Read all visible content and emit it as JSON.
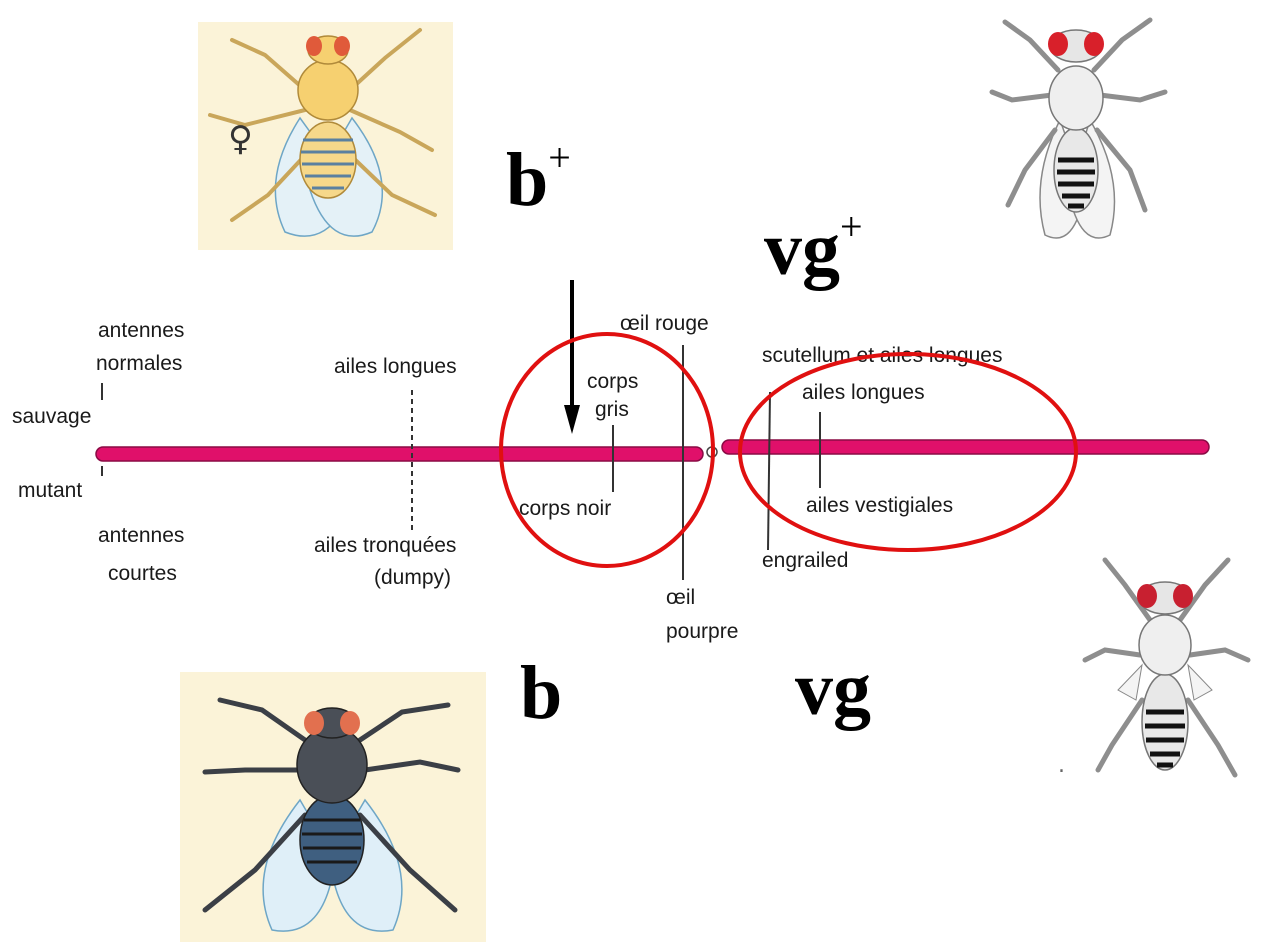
{
  "allele_labels": {
    "b_plus": {
      "base": "b",
      "sup": "+"
    },
    "vg_plus": {
      "base": "vg",
      "sup": "+"
    },
    "b": {
      "base": "b"
    },
    "vg": {
      "base": "vg"
    }
  },
  "chromosome_labels": {
    "antennes_top": [
      "antennes",
      "normales"
    ],
    "sauvage": "sauvage",
    "mutant": "mutant",
    "antennes_bottom": [
      "antennes",
      "courtes"
    ],
    "ailes_longues": "ailes longues",
    "ailes_tronquees": [
      "ailes tronquées",
      "(dumpy)"
    ],
    "corps_gris": [
      "corps",
      "gris"
    ],
    "corps_noir": "corps noir",
    "oeil_rouge": "œil rouge",
    "oeil_pourpre": [
      "œil",
      "pourpre"
    ],
    "scutellum": "scutellum et ailes longues",
    "ailes_longues_2": "ailes longues",
    "ailes_vestigiales": "ailes vestigiales",
    "engrailed": "engrailed"
  },
  "female_symbol": "♀",
  "colors": {
    "chromosome": "#e0106a",
    "circle": "#e01010",
    "image_bg": "#fbf3d8",
    "fly_yellow": "#f6d88a",
    "fly_black": "#4a4f57"
  }
}
